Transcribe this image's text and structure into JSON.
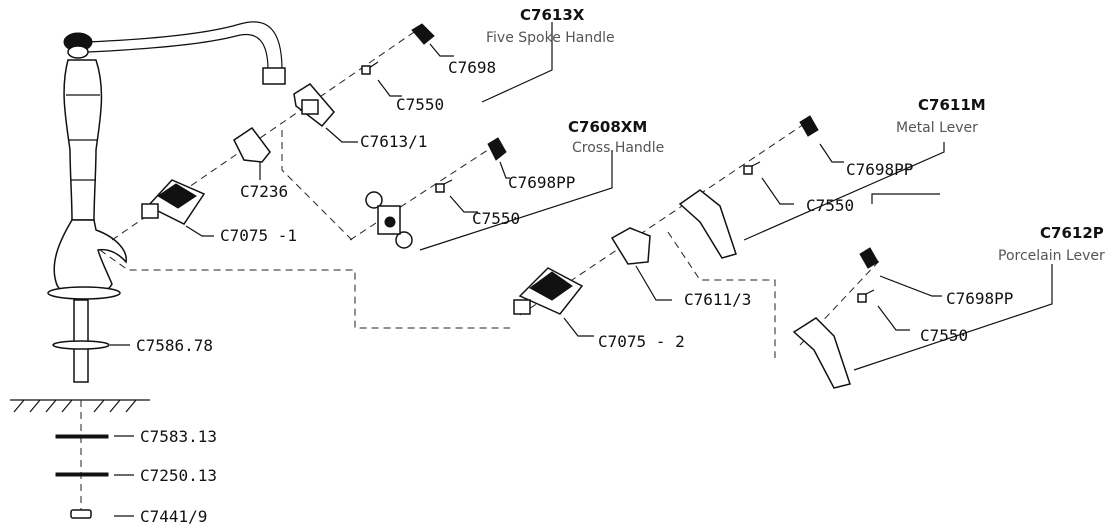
{
  "groups": {
    "five_spoke": {
      "code": "C7613X",
      "name": "Five Spoke Handle"
    },
    "cross": {
      "code": "C7608XM",
      "name": "Cross Handle"
    },
    "metal": {
      "code": "C7611M",
      "name": "Metal Lever"
    },
    "porcelain": {
      "code": "C7612P",
      "name": "Porcelain Lever"
    }
  },
  "parts": {
    "c7698": "C7698",
    "c7550_a": "C7550",
    "c7613_1": "C7613/1",
    "c7698pp_a": "C7698PP",
    "c7550_b": "C7550",
    "c7236": "C7236",
    "c7075_1": "C7075 -1",
    "c7698pp_b": "C7698PP",
    "c7550_c": "C7550",
    "c7611_3": "C7611/3",
    "c7075_2": "C7075 - 2",
    "c7698pp_c": "C7698PP",
    "c7550_d": "C7550",
    "c7586": "C7586.78",
    "c7583": "C7583.13",
    "c7250": "C7250.13",
    "c7441": "C7441/9"
  }
}
